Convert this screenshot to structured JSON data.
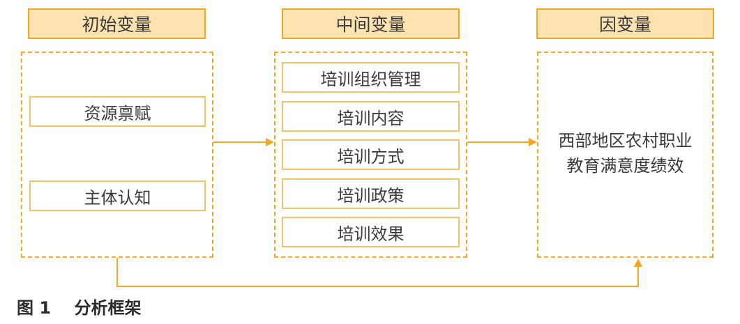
{
  "columns": {
    "initial": {
      "header": "初始变量",
      "items": [
        "资源禀赋",
        "主体认知"
      ]
    },
    "intermediate": {
      "header": "中间变量",
      "items": [
        "培训组织管理",
        "培训内容",
        "培训方式",
        "培训政策",
        "培训效果"
      ]
    },
    "dependent": {
      "header": "因变量",
      "lines": [
        "西部地区农村职业",
        "教育满意度绩效"
      ]
    }
  },
  "caption": {
    "label": "图 1",
    "title": "分析框架"
  },
  "colors": {
    "accent": "#f5a623",
    "header_fill": "#fde3b0",
    "item_border": "#f5c36a",
    "text": "#3a3a3a"
  }
}
